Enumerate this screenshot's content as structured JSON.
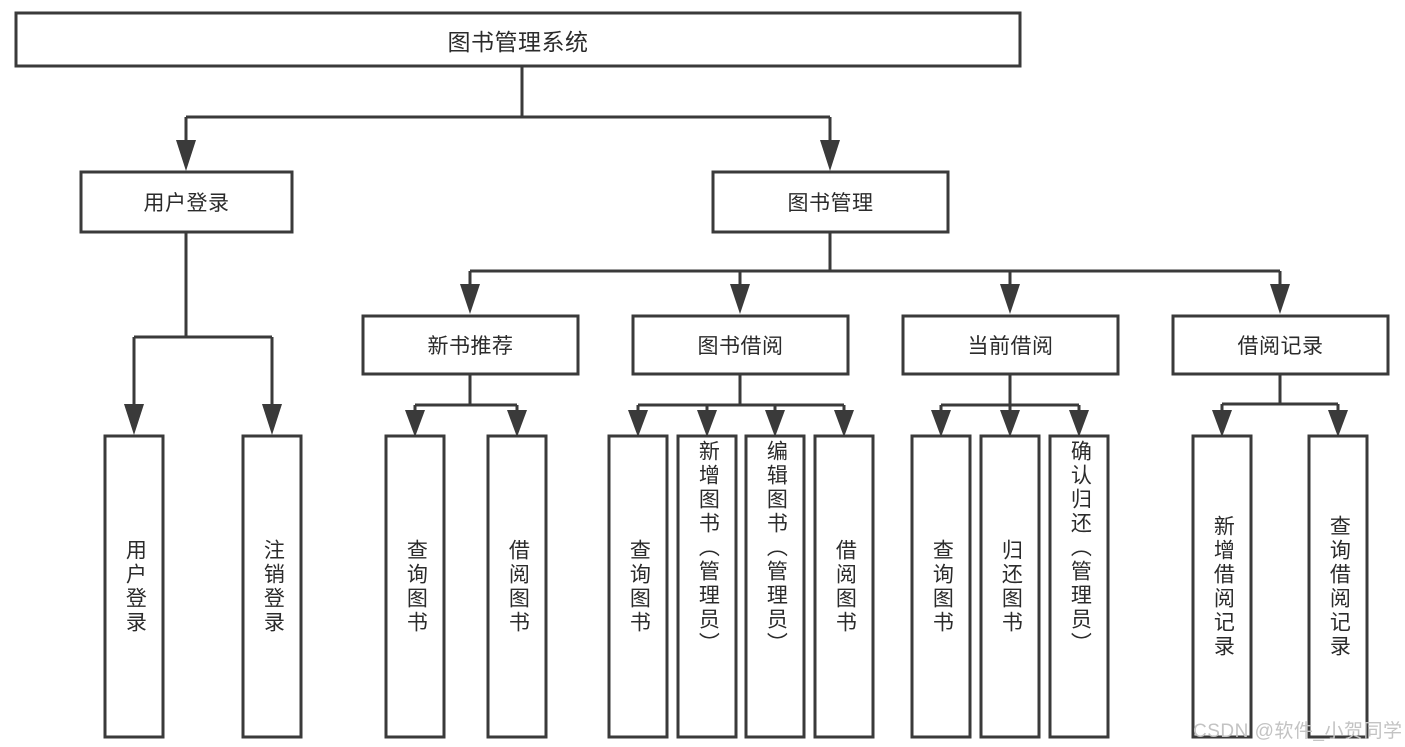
{
  "diagram": {
    "type": "tree-hierarchy-chart",
    "title": "图书管理系统",
    "watermark": "CSDN @软件_小贺同学",
    "colors": {
      "stroke": "#3a3a3a",
      "box_fill": "#ffffff",
      "text": "#2b2b2b",
      "background": "#ffffff",
      "watermark": "#c3c3c3"
    },
    "nodes": {
      "root": {
        "label": "图书管理系统",
        "level": 1,
        "orientation": "horizontal"
      },
      "l2_user_login": {
        "label": "用户登录",
        "level": 2,
        "orientation": "horizontal"
      },
      "l2_book_mgmt": {
        "label": "图书管理",
        "level": 2,
        "orientation": "horizontal"
      },
      "l3_new_book_rec": {
        "label": "新书推荐",
        "level": 3,
        "orientation": "horizontal"
      },
      "l3_book_borrow": {
        "label": "图书借阅",
        "level": 3,
        "orientation": "horizontal"
      },
      "l3_current_borrow": {
        "label": "当前借阅",
        "level": 3,
        "orientation": "horizontal"
      },
      "l3_borrow_record": {
        "label": "借阅记录",
        "level": 3,
        "orientation": "horizontal"
      },
      "leaf_user_login": {
        "label": "用户登录",
        "level": 4,
        "orientation": "vertical"
      },
      "leaf_logout": {
        "label": "注销登录",
        "level": 4,
        "orientation": "vertical"
      },
      "leaf_rec_query_book": {
        "label": "查询图书",
        "level": 4,
        "orientation": "vertical"
      },
      "leaf_rec_borrow_book": {
        "label": "借阅图书",
        "level": 4,
        "orientation": "vertical"
      },
      "leaf_bb_query_book": {
        "label": "查询图书",
        "level": 4,
        "orientation": "vertical"
      },
      "leaf_bb_add_book": {
        "label": "新增图书（管理员）",
        "level": 4,
        "orientation": "vertical"
      },
      "leaf_bb_edit_book": {
        "label": "编辑图书（管理员）",
        "level": 4,
        "orientation": "vertical"
      },
      "leaf_bb_borrow_book": {
        "label": "借阅图书",
        "level": 4,
        "orientation": "vertical"
      },
      "leaf_cb_query_book": {
        "label": "查询图书",
        "level": 4,
        "orientation": "vertical"
      },
      "leaf_cb_return_book": {
        "label": "归还图书",
        "level": 4,
        "orientation": "vertical"
      },
      "leaf_cb_confirm_return": {
        "label": "确认归还（管理员）",
        "level": 4,
        "orientation": "vertical"
      },
      "leaf_br_add_record": {
        "label": "新增借阅记录",
        "level": 4,
        "orientation": "vertical"
      },
      "leaf_br_query_record": {
        "label": "查询借阅记录",
        "level": 4,
        "orientation": "vertical"
      }
    },
    "edges": [
      {
        "from": "root",
        "to": "l2_user_login"
      },
      {
        "from": "root",
        "to": "l2_book_mgmt"
      },
      {
        "from": "l2_user_login",
        "to": "leaf_user_login"
      },
      {
        "from": "l2_user_login",
        "to": "leaf_logout"
      },
      {
        "from": "l2_book_mgmt",
        "to": "l3_new_book_rec"
      },
      {
        "from": "l2_book_mgmt",
        "to": "l3_book_borrow"
      },
      {
        "from": "l2_book_mgmt",
        "to": "l3_current_borrow"
      },
      {
        "from": "l2_book_mgmt",
        "to": "l3_borrow_record"
      },
      {
        "from": "l3_new_book_rec",
        "to": "leaf_rec_query_book"
      },
      {
        "from": "l3_new_book_rec",
        "to": "leaf_rec_borrow_book"
      },
      {
        "from": "l3_book_borrow",
        "to": "leaf_bb_query_book"
      },
      {
        "from": "l3_book_borrow",
        "to": "leaf_bb_add_book"
      },
      {
        "from": "l3_book_borrow",
        "to": "leaf_bb_edit_book"
      },
      {
        "from": "l3_book_borrow",
        "to": "leaf_bb_borrow_book"
      },
      {
        "from": "l3_current_borrow",
        "to": "leaf_cb_query_book"
      },
      {
        "from": "l3_current_borrow",
        "to": "leaf_cb_return_book"
      },
      {
        "from": "l3_current_borrow",
        "to": "leaf_cb_confirm_return"
      },
      {
        "from": "l3_borrow_record",
        "to": "leaf_br_add_record"
      },
      {
        "from": "l3_borrow_record",
        "to": "leaf_br_query_record"
      }
    ]
  }
}
